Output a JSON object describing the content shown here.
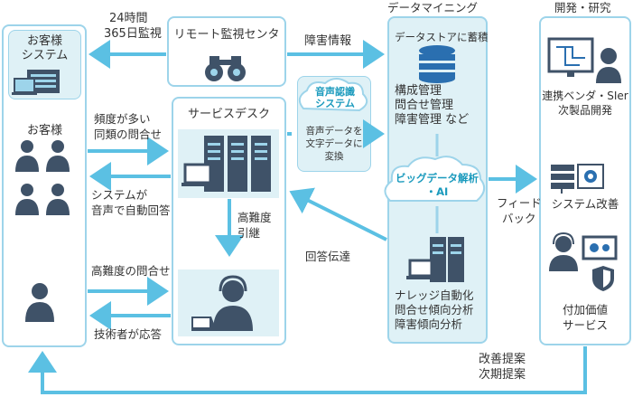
{
  "left_column": {
    "system_title": [
      "お客様",
      "システム"
    ],
    "customers_label": "お客様"
  },
  "flows": {
    "monitoring": [
      "24時間",
      "365日監視"
    ],
    "fault_info": "障害情報",
    "frequent_inquiry": [
      "頻度が多い",
      "同類の問合せ"
    ],
    "auto_answer": [
      "システムが",
      "音声で自動回答"
    ],
    "difficult_inquiry": "高難度の問合せ",
    "engineer_answer": "技術者が応答",
    "escalation": [
      "高難度",
      "引継"
    ],
    "answer_transfer": "回答伝達",
    "feedback": [
      "フィード",
      "バック"
    ],
    "improvement": [
      "改善提案",
      "次期提案"
    ]
  },
  "remote_center": {
    "title": "リモート監視センタ"
  },
  "service_desk": {
    "title": "サービスデスク"
  },
  "voice": {
    "cloud": [
      "音声認識",
      "システム"
    ],
    "desc": [
      "音声データを",
      "文字データに",
      "変換"
    ]
  },
  "data_mining": {
    "header": "データマイニング",
    "store_title": "データストアに蓄積",
    "store_items": [
      "構成管理",
      "問合せ管理",
      "障害管理 など"
    ],
    "ai_cloud": [
      "ビッグデータ解析",
      "・AI"
    ],
    "knowledge_items": [
      "ナレッジ自動化",
      "問合せ傾向分析",
      "障害傾向分析"
    ]
  },
  "dev": {
    "header": "開発・研究",
    "item1": [
      "連携ベンダ・SIer",
      "次製品開発"
    ],
    "item2": "システム改善",
    "item3": [
      "付加価値",
      "サービス"
    ]
  },
  "colors": {
    "border": "#9dd4ea",
    "panel_fill": "#dff1f6",
    "arrow": "#5bc0e3",
    "icon_dark": "#3f5268",
    "icon_blue": "#2a6fb0"
  }
}
